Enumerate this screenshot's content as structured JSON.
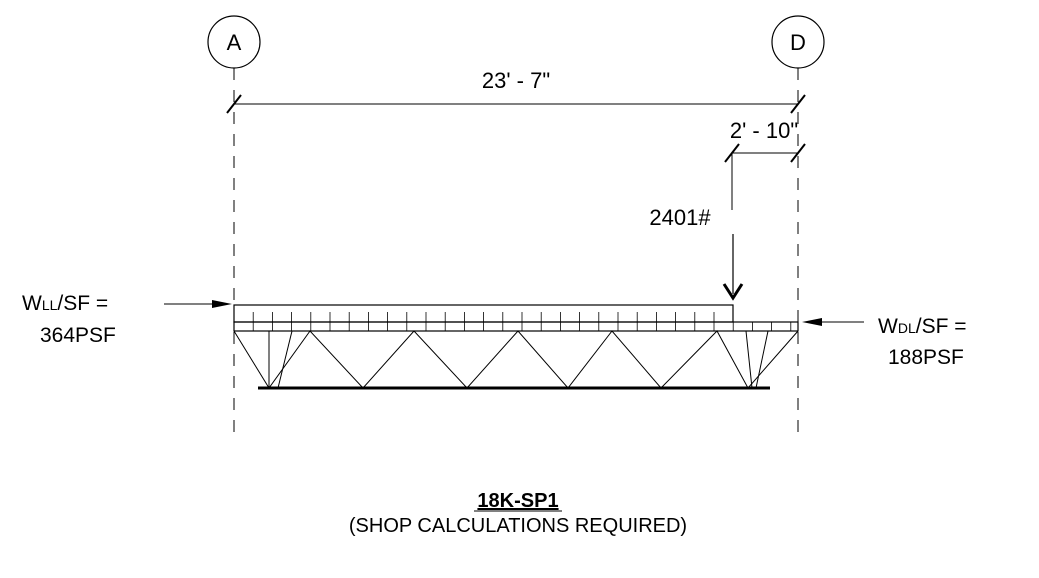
{
  "grid_lines": {
    "left": "A",
    "right": "D"
  },
  "dimensions": {
    "overall": "23' - 7\"",
    "offset": "2' - 10\""
  },
  "point_load": "2401#",
  "live_load": {
    "symbol": "W",
    "subscript": "LL",
    "suffix": "/SF =",
    "value": "364PSF"
  },
  "dead_load": {
    "symbol": "W",
    "subscript": "DL",
    "suffix": "/SF =",
    "value": "188PSF"
  },
  "title": {
    "mark": "18K-SP1",
    "note": "(SHOP CALCULATIONS REQUIRED)"
  }
}
